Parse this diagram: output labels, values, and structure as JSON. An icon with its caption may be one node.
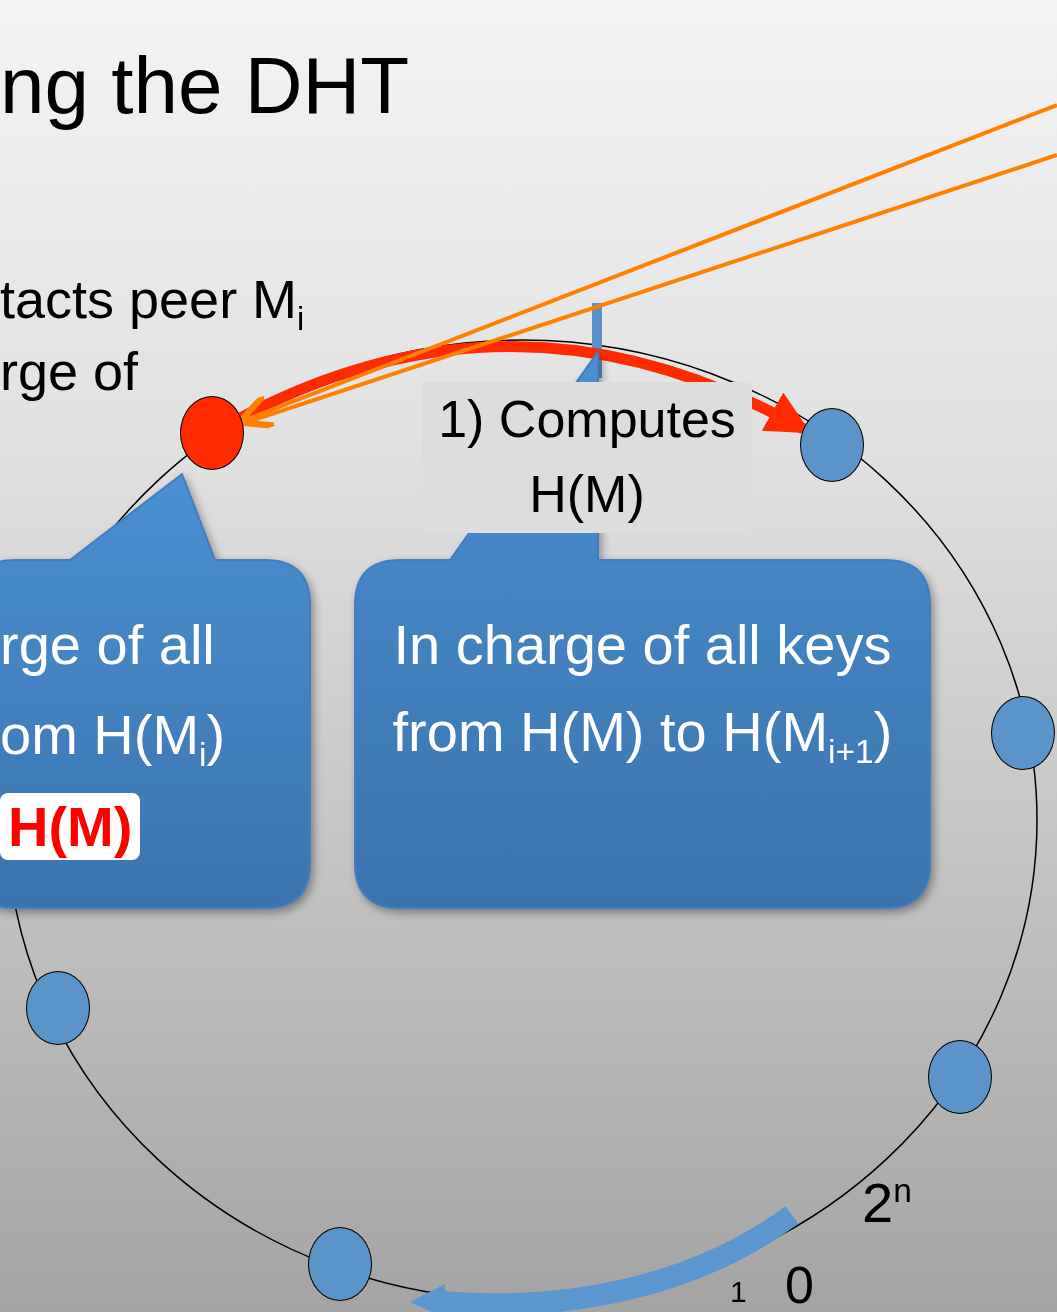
{
  "diagram": {
    "title": "ng the DHT",
    "nodes": [
      {
        "text": [],
        "shape": "circle"
      },
      {
        "text": [],
        "shape": "circle"
      },
      {
        "text": [],
        "shape": "circle"
      },
      {
        "text": [],
        "shape": "circle"
      },
      {
        "text": [],
        "shape": "circle"
      },
      {
        "text": [],
        "shape": "circle"
      },
      {
        "text": [
          "rge of all",
          "om H(M$_{i}$)",
          "H(M)"
        ]
      },
      {
        "text": [
          "In charge of all keys from H(M) to H(M$_{i+1}$)"
        ]
      }
    ],
    "edges": [
      {
        "from": 0,
        "to": 1,
        "arrow": "to",
        "style": "thick",
        "color": "#ff2a00"
      },
      {
        "from": null,
        "to": 0,
        "arrow": "to",
        "color": "#ff8000"
      },
      {
        "from": 0,
        "to": null,
        "arrow": "none",
        "color": "#ff8000"
      }
    ],
    "labels": [
      "tacts peer M$_{i}$",
      "rge of",
      "1) Computes H(M)",
      "2$^{n}$",
      "1",
      "0"
    ]
  }
}
